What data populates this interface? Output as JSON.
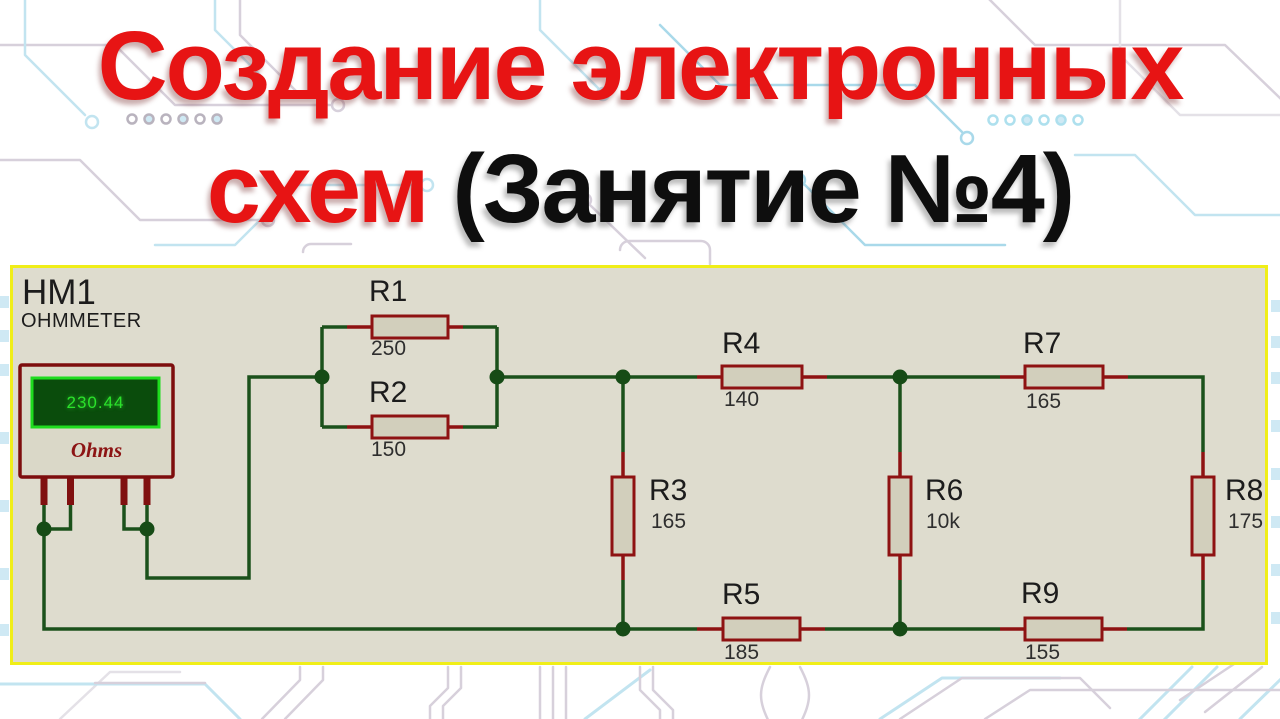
{
  "title": {
    "line1": "Создание электронных",
    "line2_highlight": "схем",
    "line2_rest": " (Занятие №4)"
  },
  "schematic": {
    "meter": {
      "designator": "HM1",
      "type": "OHMMETER",
      "reading": "230.44",
      "unit": "Ohms"
    },
    "resistors": [
      {
        "ref": "R1",
        "value": "250"
      },
      {
        "ref": "R2",
        "value": "150"
      },
      {
        "ref": "R3",
        "value": "165"
      },
      {
        "ref": "R4",
        "value": "140"
      },
      {
        "ref": "R5",
        "value": "185"
      },
      {
        "ref": "R6",
        "value": "10k"
      },
      {
        "ref": "R7",
        "value": "165"
      },
      {
        "ref": "R8",
        "value": "175"
      },
      {
        "ref": "R9",
        "value": "155"
      }
    ],
    "colors": {
      "title_red": "#e71414",
      "title_black": "#0e0e0e",
      "board": "#dedcce",
      "frame_yellow": "#f0ee18",
      "wire_green": "#1b511b",
      "lead_red": "#8e1212",
      "resistor_fill": "#d2cfbc",
      "display_bg": "#0a4c0c",
      "display_border": "#1edc1e",
      "display_text": "#2be22b",
      "unit_text": "#8c1414"
    }
  }
}
